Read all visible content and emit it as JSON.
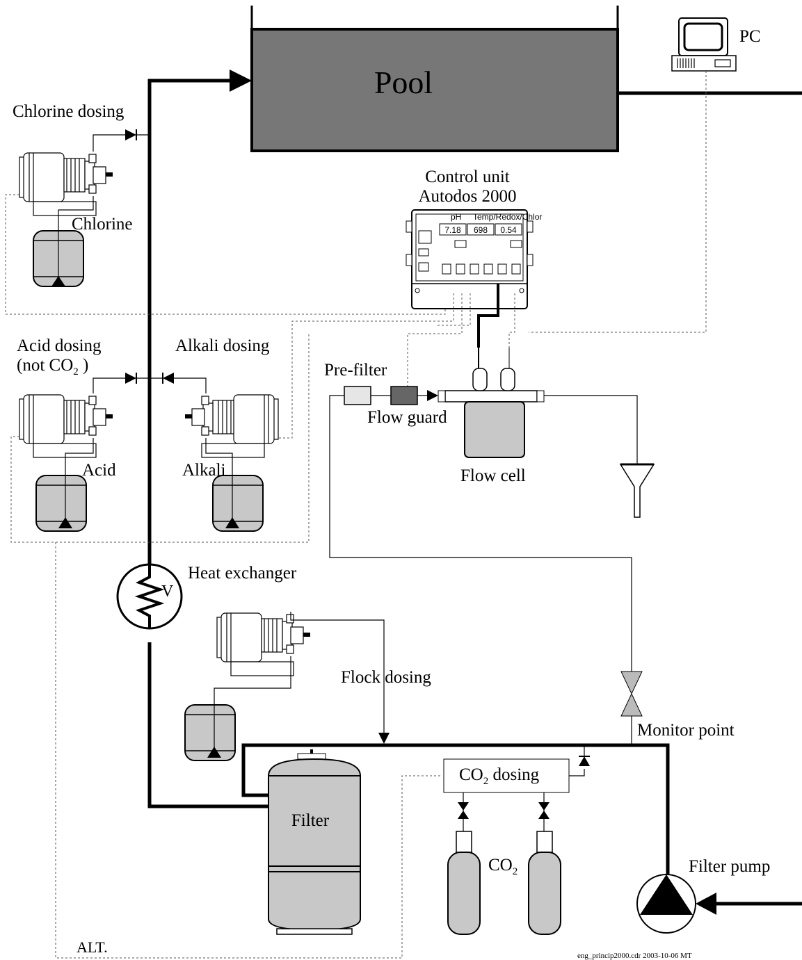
{
  "labels": {
    "pool": "Pool",
    "pc": "PC",
    "chlorine_dosing": "Chlorine dosing",
    "chlorine": "Chlorine",
    "control_unit_line1": "Control unit",
    "control_unit_line2": "Autodos 2000",
    "acid_dosing_line1": "Acid dosing",
    "acid_dosing_line2_pre": "(not CO",
    "acid_dosing_line2_sub": "2",
    "acid_dosing_line2_post": " )",
    "alkali_dosing": "Alkali dosing",
    "acid": "Acid",
    "alkali": "Alkali",
    "pre_filter": "Pre-filter",
    "flow_guard": "Flow guard",
    "flow_cell": "Flow cell",
    "heat_exchanger": "Heat exchanger",
    "heat_exchanger_symbol": "V",
    "flock_dosing": "Flock dosing",
    "monitor_point": "Monitor point",
    "co2_dosing_pre": "CO",
    "co2_dosing_sub": "2",
    "co2_dosing_post": "  dosing",
    "co2_pre": "CO",
    "co2_sub": "2",
    "filter": "Filter",
    "filter_pump": "Filter pump",
    "alt": "ALT.",
    "footer": "eng_princip2000.cdr 2003-10-06 MT"
  },
  "control_unit_display": {
    "header_left": "pH",
    "header_right": "Temp/Redox/Chlor",
    "display_1": "7.18",
    "display_2": "698",
    "display_3": "0.54"
  }
}
